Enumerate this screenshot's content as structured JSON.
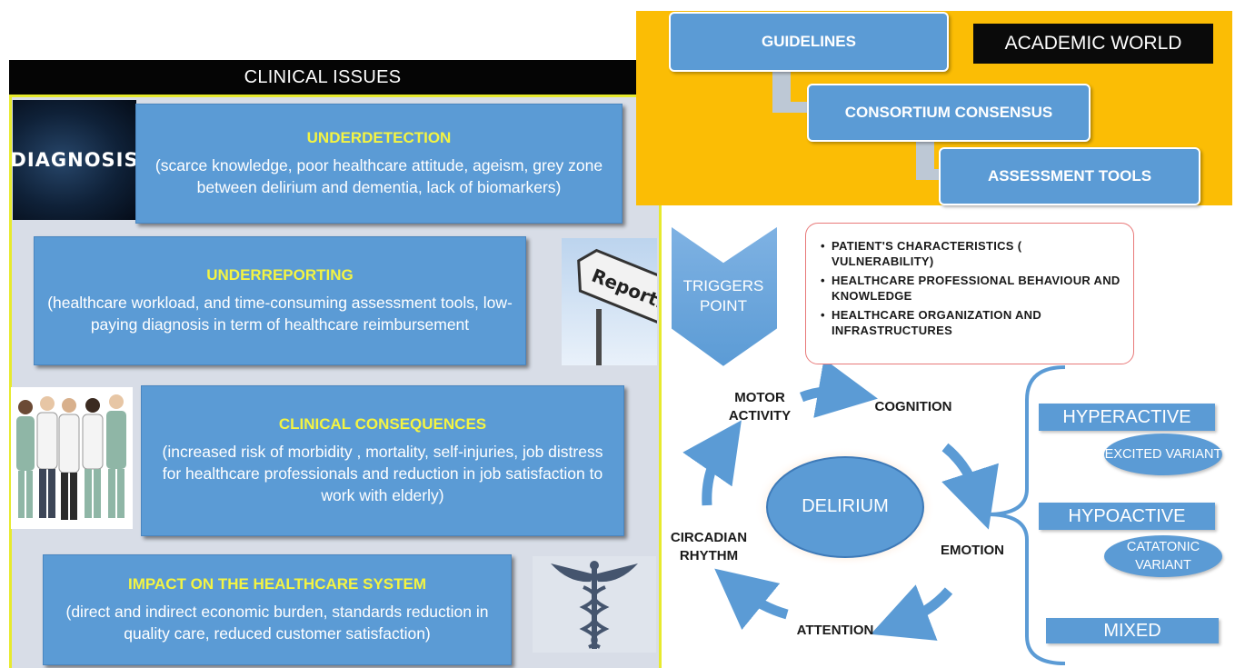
{
  "clinical_issues": {
    "header": "CLINICAL ISSUES",
    "diagnosis_image_text": "DIAGNOSIS",
    "reporting_sign_text": "Reporting",
    "boxes": [
      {
        "title": "UNDERDETECTION",
        "description": "(scarce knowledge, poor healthcare attitude, ageism, grey zone between delirium and dementia, lack of biomarkers)"
      },
      {
        "title": "UNDERREPORTING",
        "description": "(healthcare workload, and  time-consuming assessment tools, low-paying diagnosis in term of healthcare reimbursement"
      },
      {
        "title": "CLINICAL CONSEQUENCES",
        "description": "(increased risk of morbidity , mortality, self-injuries, job distress for healthcare professionals and reduction in job satisfaction to work with elderly)"
      },
      {
        "title": "IMPACT ON THE HEALTHCARE SYSTEM",
        "description": "(direct and indirect  economic burden, standards reduction in quality care, reduced customer satisfaction)"
      }
    ]
  },
  "academic_world": {
    "label": "ACADEMIC WORLD",
    "steps": [
      "GUIDELINES",
      "CONSORTIUM CONSENSUS",
      "ASSESSMENT TOOLS"
    ]
  },
  "triggers": {
    "label": "TRIGGERS POINT",
    "factors": [
      "PATIENT'S CHARACTERISTICS ( VULNERABILITY)",
      "HEALTHCARE PROFESSIONAL BEHAVIOUR AND KNOWLEDGE",
      "HEALTHCARE ORGANIZATION AND INFRASTRUCTURES"
    ]
  },
  "delirium_cycle": {
    "center": "DELIRIUM",
    "domains": [
      "MOTOR ACTIVITY",
      "COGNITION",
      "EMOTION",
      "ATTENTION",
      "CIRCADIAN RHYTHM"
    ]
  },
  "subtypes": [
    {
      "name": "HYPERACTIVE",
      "variant": "EXCITED VARIANT"
    },
    {
      "name": "HYPOACTIVE",
      "variant": "CATATONIC VARIANT"
    },
    {
      "name": "MIXED",
      "variant": ""
    }
  ],
  "colors": {
    "box_blue": "#5b9bd5",
    "title_yellow": "#f4f442",
    "academic_gold": "#fbbd05",
    "panel_gray": "#d8dde7",
    "header_black": "#050505"
  },
  "icons": [
    "diagnosis-image",
    "reporting-sign-image",
    "healthcare-staff-image",
    "caduceus-icon",
    "chevron-down-icon",
    "cycle-arrow-icon",
    "curly-brace-icon"
  ]
}
